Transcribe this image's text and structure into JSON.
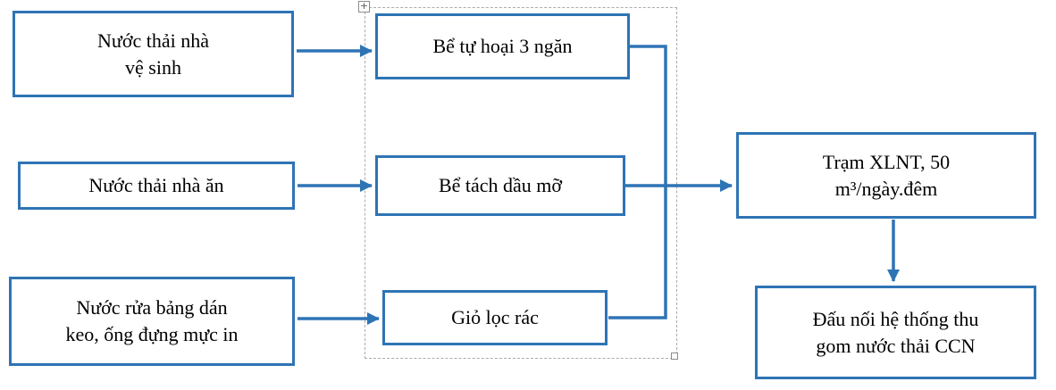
{
  "diagram": {
    "accent_color": "#2e74b5",
    "arrow_color": "#2e74b5",
    "boxes": {
      "toilet": {
        "label": "Nước thải nhà\nvệ sinh"
      },
      "kitchen": {
        "label": "Nước thải nhà ăn"
      },
      "glue": {
        "label": "Nước rửa bảng dán\nkeo, ống đựng mực in"
      },
      "septic": {
        "label": "Bể tự hoại 3 ngăn"
      },
      "grease": {
        "label": "Bể tách dầu mỡ"
      },
      "trash": {
        "label": "Giỏ lọc rác"
      },
      "plant": {
        "label": "Trạm XLNT, 50\nm³/ngày.đêm"
      },
      "connection": {
        "label": "Đấu nối hệ thống thu\ngom nước thải CCN"
      }
    },
    "handles": {
      "move_icon": "+"
    }
  }
}
